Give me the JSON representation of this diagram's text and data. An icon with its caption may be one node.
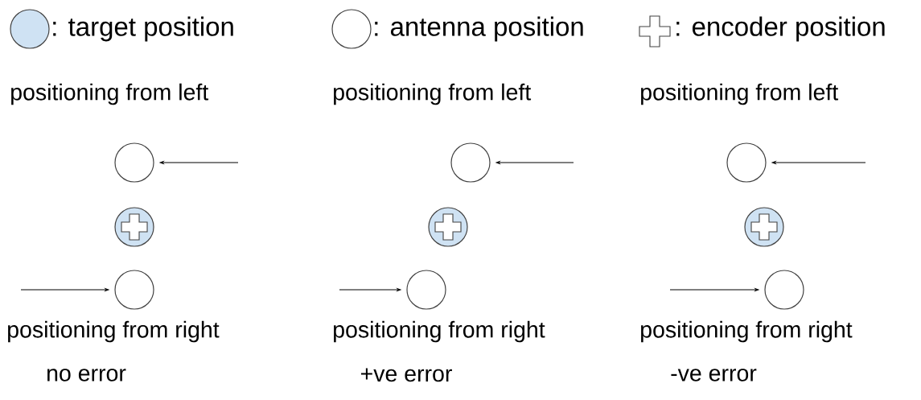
{
  "diagram": {
    "nodes": [
      {
        "text": [],
        "shape": "circle"
      },
      {
        "text": [],
        "shape": "circle"
      },
      {
        "text": [],
        "shape": "cross",
        "in": 1
      },
      {
        "text": [],
        "shape": "circle"
      },
      {
        "text": [],
        "shape": "circle"
      },
      {
        "text": [],
        "shape": "circle"
      },
      {
        "text": [],
        "shape": "cross",
        "in": 5
      },
      {
        "text": [],
        "shape": "circle"
      },
      {
        "text": [],
        "shape": "circle"
      },
      {
        "text": [],
        "shape": "circle"
      },
      {
        "text": [],
        "shape": "cross",
        "in": 9
      },
      {
        "text": [],
        "shape": "circle"
      }
    ],
    "edges": [
      {
        "from": null,
        "to": 0,
        "arrow": "to"
      },
      {
        "from": null,
        "to": 3,
        "arrow": "to"
      },
      {
        "from": null,
        "to": 4,
        "arrow": "to"
      },
      {
        "from": null,
        "to": 7,
        "arrow": "to"
      },
      {
        "from": null,
        "to": 8,
        "arrow": "to"
      },
      {
        "from": null,
        "to": 11,
        "arrow": "to"
      }
    ],
    "labels": [
      "positioning from left",
      "positioning from left",
      "positioning from left",
      "positioning from right",
      "positioning from right",
      "positioning from right",
      "no error",
      "+ve error",
      "-ve error"
    ],
    "legend": [
      {
        "text": ": target position",
        "color": "#cfe2f3"
      },
      {
        "text": ": antenna position"
      },
      {
        "text": ": encoder position"
      }
    ]
  }
}
